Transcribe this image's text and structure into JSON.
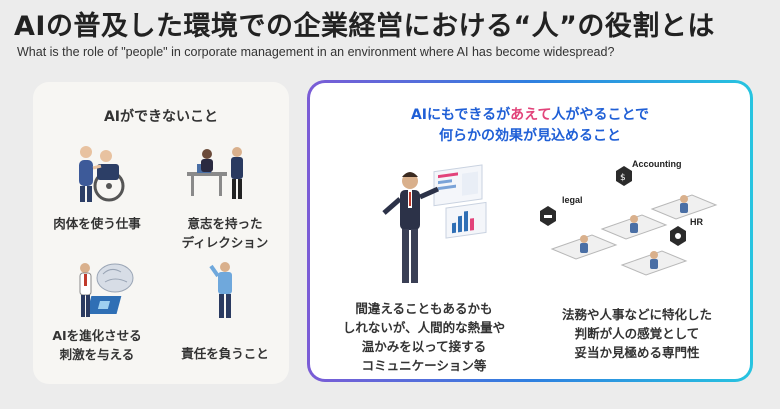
{
  "header": {
    "title": "AIの普及した環境での企業経営における“人”の役割とは",
    "subtitle": "What is the role of \"people\" in corporate management in an environment where AI has become widespread?"
  },
  "left": {
    "heading": "AIができないこと",
    "items": [
      {
        "line1": "肉体を使う仕事",
        "line2": ""
      },
      {
        "line1": "意志を持った",
        "line2": "ディレクション"
      },
      {
        "line1": "AIを進化させる",
        "line2": "刺激を与える"
      },
      {
        "line1": "責任を負うこと",
        "line2": ""
      }
    ]
  },
  "right": {
    "heading_line1_a": "AIにもできるが",
    "heading_line1_b": "あえて",
    "heading_line1_c": "人がやることで",
    "heading_line2": "何らかの効果が見込めること",
    "left_text": [
      "間違えることもあるかも",
      "しれないが、人間的な熱量や",
      "温かみを以って接する",
      "コミュニケーション等"
    ],
    "right_text": [
      "法務や人事などに特化した",
      "判断が人の感覚として",
      "妥当か見極める専門性"
    ],
    "tags": {
      "accounting": "Accounting",
      "legal": "legal",
      "hr": "HR"
    }
  },
  "colors": {
    "accent_blue": "#1f5fd6",
    "accent_pink": "#e2437a"
  }
}
